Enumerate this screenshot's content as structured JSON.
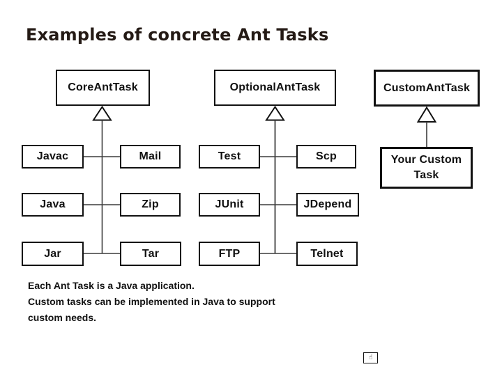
{
  "slide_title": "Examples of concrete Ant Tasks",
  "colors": {
    "title_text": "#241a15",
    "diagram_ink": "#111111",
    "connector_line": "#3c3c3c",
    "background": "#ffffff"
  },
  "diagram": {
    "type": "class-hierarchy",
    "relationship": "inheritance (hollow triangle pointing to parent)",
    "columns": [
      {
        "parent": "CoreAntTask",
        "rows": [
          [
            "Javac",
            "Mail"
          ],
          [
            "Java",
            "Zip"
          ],
          [
            "Jar",
            "Tar"
          ]
        ]
      },
      {
        "parent": "OptionalAntTask",
        "rows": [
          [
            "Test",
            "Scp"
          ],
          [
            "JUnit",
            "JDepend"
          ],
          [
            "FTP",
            "Telnet"
          ]
        ]
      },
      {
        "parent": "CustomAntTask",
        "rows": [
          [
            "Your Custom Task"
          ]
        ]
      }
    ]
  },
  "caption": {
    "lines": [
      "Each Ant Task is a Java application.",
      "Custom tasks can be implemented in Java to support",
      "custom needs."
    ]
  },
  "action_button": {
    "icon": "hand-pointer-icon",
    "glyph": "☝"
  }
}
